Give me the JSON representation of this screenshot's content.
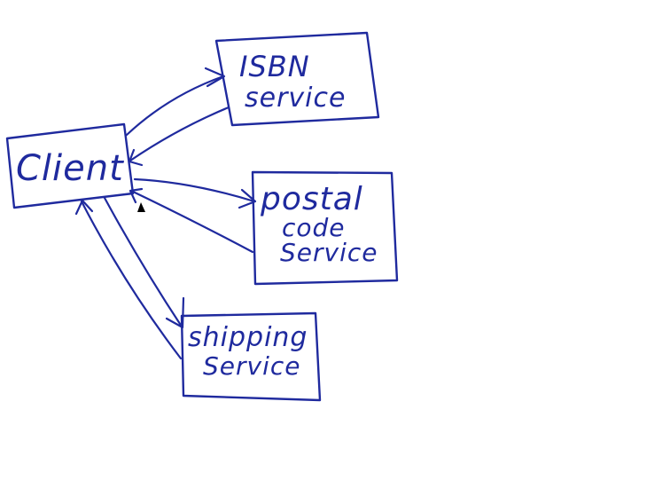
{
  "colors": {
    "ink": "#1f2a9e",
    "cursor": "#000000",
    "background": "#ffffff"
  },
  "nodes": {
    "client": {
      "line1": "Client"
    },
    "isbn": {
      "line1": "ISBN",
      "line2": "service"
    },
    "postal": {
      "line1": "postal",
      "line2": "code",
      "line3": "Service"
    },
    "shipping": {
      "line1": "shipping",
      "line2": "Service"
    }
  },
  "edges": [
    {
      "from": "client",
      "to": "isbn"
    },
    {
      "from": "isbn",
      "to": "client"
    },
    {
      "from": "client",
      "to": "postal"
    },
    {
      "from": "postal",
      "to": "client"
    },
    {
      "from": "client",
      "to": "shipping"
    },
    {
      "from": "shipping",
      "to": "client"
    }
  ],
  "cursor_icon": "mouse-pointer-icon"
}
